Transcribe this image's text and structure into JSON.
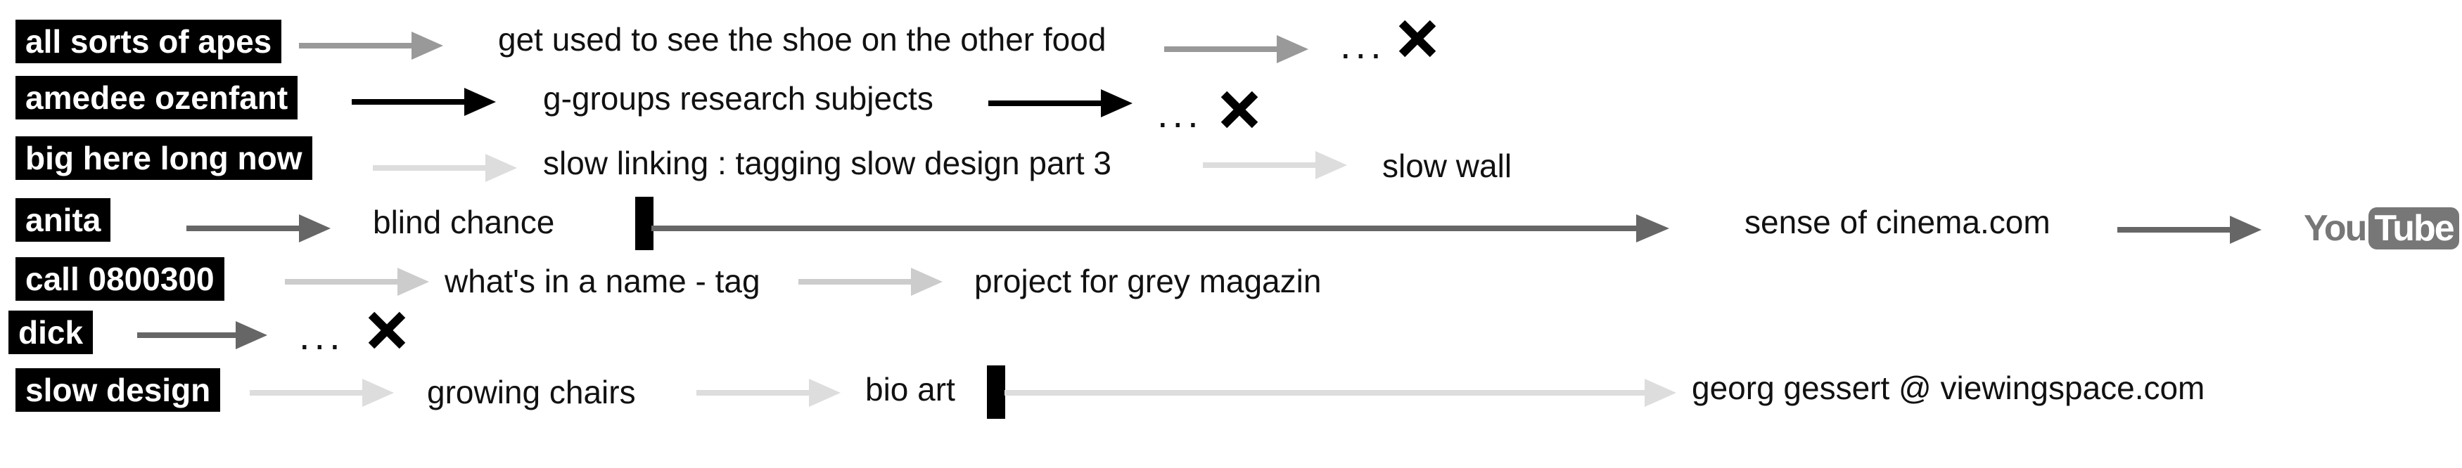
{
  "colors": {
    "black": "#000000",
    "dark_grey": "#666666",
    "mid_grey": "#999999",
    "light_grey": "#cccccc",
    "youtube_grey": "#777777"
  },
  "rows": [
    {
      "label": "all sorts of apes",
      "nodes": [
        "get used to see the shoe on the other food"
      ],
      "ellipsis": "...",
      "cross": "cross-icon"
    },
    {
      "label": "amedee ozenfant",
      "nodes": [
        "g-groups research subjects"
      ],
      "ellipsis": "...",
      "cross": "cross-icon"
    },
    {
      "label": "big here long now",
      "nodes": [
        "slow linking : tagging slow design part 3",
        "slow wall"
      ]
    },
    {
      "label": "anita",
      "nodes": [
        "blind chance",
        "sense of cinema.com"
      ],
      "logo": {
        "part1": "You",
        "part2": "Tube"
      }
    },
    {
      "label": "call 0800300",
      "nodes": [
        "what's in a name - tag",
        "project for grey magazin"
      ]
    },
    {
      "label": "dick",
      "ellipsis": "...",
      "cross": "cross-icon"
    },
    {
      "label": "slow design",
      "nodes": [
        "growing chairs",
        "bio art",
        "georg gessert @ viewingspace.com"
      ]
    }
  ]
}
